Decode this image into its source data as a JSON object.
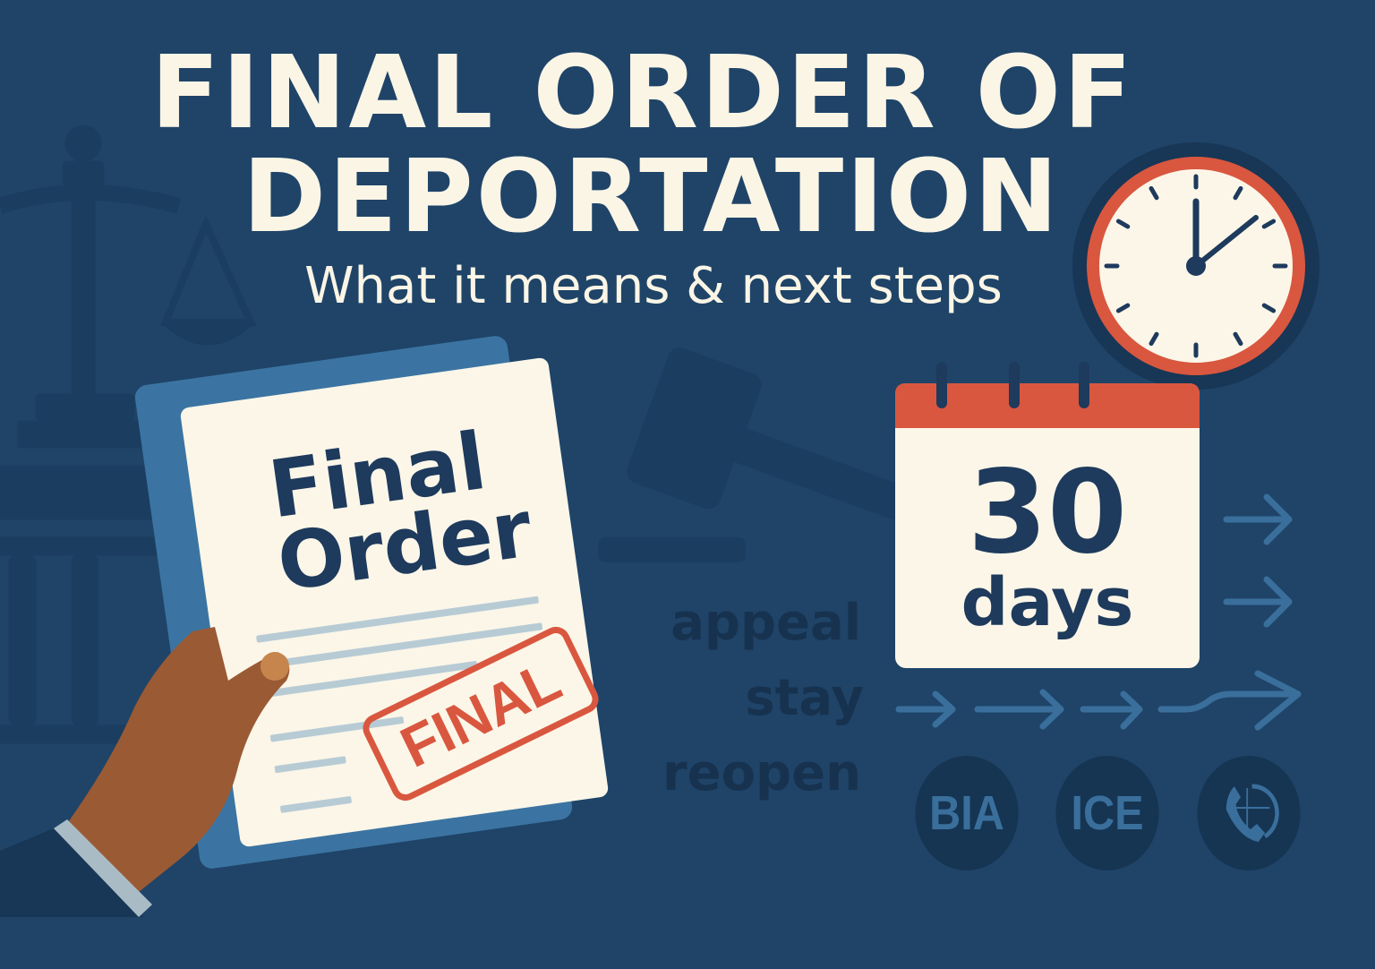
{
  "title": {
    "line1": "FINAL ORDER OF",
    "line2": "DEPORTATION"
  },
  "subtitle": "What it means & next steps",
  "document": {
    "heading_line1": "Final",
    "heading_line2": "Order",
    "stamp": "FINAL"
  },
  "calendar": {
    "number": "30",
    "unit": "days"
  },
  "steps": [
    "appeal",
    "stay",
    "reopen"
  ],
  "agencies": [
    "BIA",
    "ICE"
  ],
  "icons": [
    "scales-of-justice-icon",
    "gavel-icon",
    "clock-icon",
    "calendar-icon",
    "arrow-right-icon",
    "phone-icon"
  ],
  "colors": {
    "background": "#1f4468",
    "title": "#fbf5e6",
    "accent": "#d9573f",
    "navy": "#1e3a5c",
    "folder": "#3b74a2"
  }
}
